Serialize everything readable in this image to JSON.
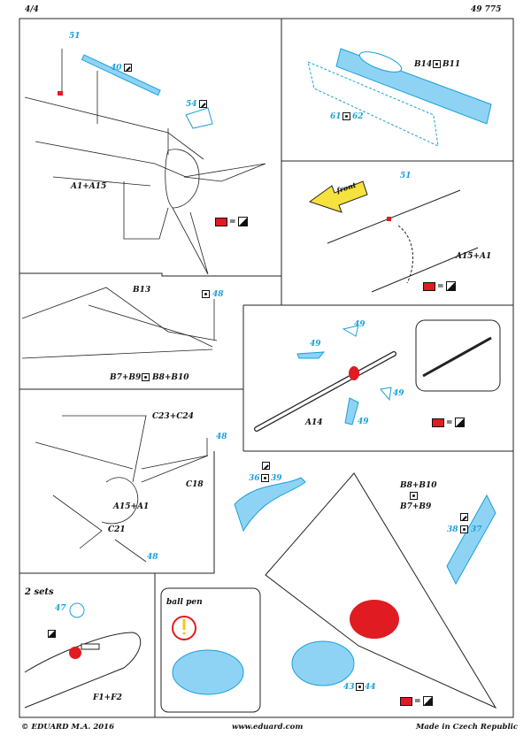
{
  "header": {
    "page": "4/4",
    "code": "49 775"
  },
  "footer": {
    "copyright": "© EDUARD M.A. 2016",
    "url": "www.eduard.com",
    "origin": "Made in Czech Republic"
  },
  "panel_a": {
    "parts": [
      "51",
      "40",
      "54"
    ],
    "label": "A1+A15"
  },
  "panel_b": {
    "parts": [
      "B14",
      "B11",
      "61",
      "62"
    ]
  },
  "panel_c": {
    "part": "51",
    "front": "front",
    "label": "A15+A1"
  },
  "panel_d": {
    "label": "B13",
    "part": "48",
    "sub_label_a": "B7+B9",
    "sub_label_b": "B8+B10"
  },
  "panel_e": {
    "parts": [
      "49",
      "49",
      "49",
      "49"
    ],
    "label": "A14"
  },
  "panel_f": {
    "label_top": "C23+C24",
    "part_top": "48",
    "label_c18": "C18",
    "label_a": "A15+A1",
    "label_c21": "C21",
    "part_bottom": "48"
  },
  "panel_g": {
    "sets": "2 sets",
    "part": "47",
    "label": "F1+F2"
  },
  "panel_h": {
    "part_l_a": "36",
    "part_l_b": "39",
    "label_b8": "B8+B10",
    "label_b7": "B7+B9",
    "part_r_a": "38",
    "part_r_b": "37",
    "ball_pen": "ball pen",
    "part_bot_a": "43",
    "part_bot_b": "44"
  },
  "colors": {
    "red": "#e01b22",
    "blue": "#8fd3f4",
    "cyan_text": "#1aa0dc"
  }
}
